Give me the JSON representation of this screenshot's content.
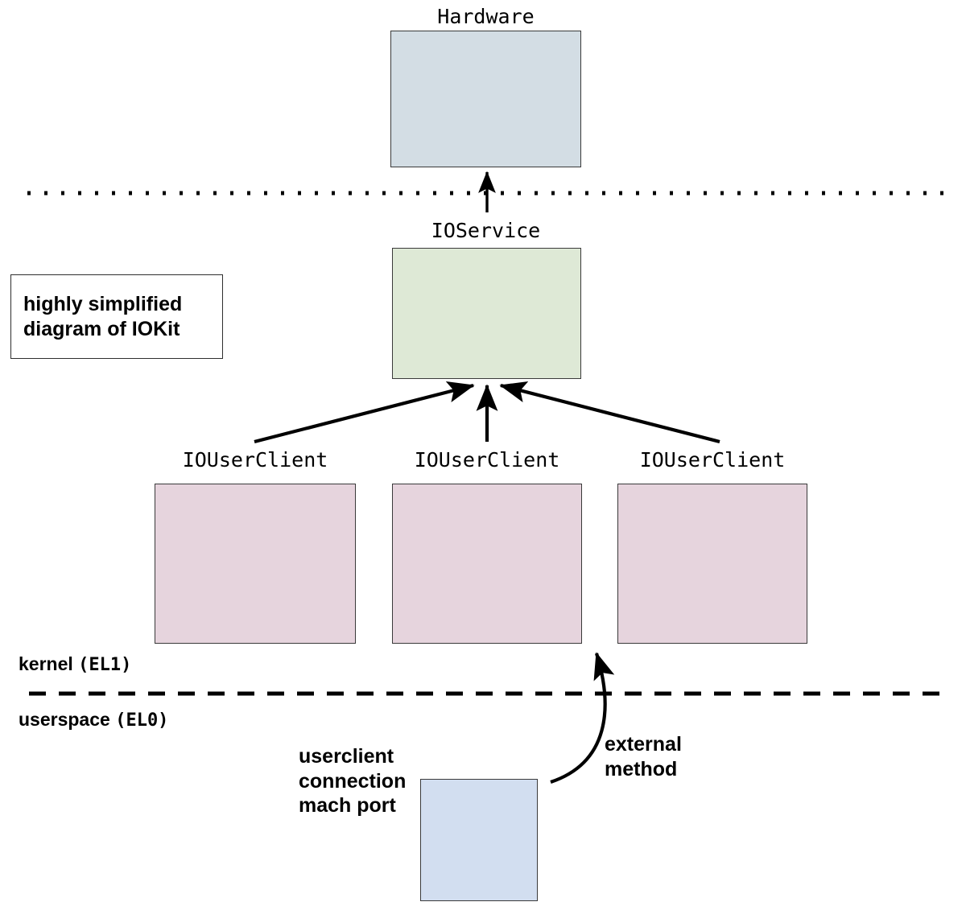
{
  "diagram": {
    "title_note": "highly simplified\ndiagram of IOKit",
    "nodes": {
      "hardware": {
        "label": "Hardware",
        "color": "#d3dde4"
      },
      "ioservice": {
        "label": "IOService",
        "color": "#dee9d6"
      },
      "userclient_1": {
        "label": "IOUserClient",
        "color": "#e6d4dd"
      },
      "userclient_2": {
        "label": "IOUserClient",
        "color": "#e6d4dd"
      },
      "userclient_3": {
        "label": "IOUserClient",
        "color": "#e6d4dd"
      },
      "mach_port": {
        "label": "",
        "color": "#d2def0"
      }
    },
    "zones": {
      "kernel": {
        "name": "kernel ",
        "level": "(EL1)"
      },
      "userspace": {
        "name": "userspace ",
        "level": "(EL0)"
      }
    },
    "annotations": {
      "mach_port_caption": "userclient\nconnection\nmach port",
      "external_method": "external\nmethod"
    },
    "separators": {
      "hardware_boundary_style": "dotted",
      "kernel_user_boundary_style": "dashed"
    },
    "colors": {
      "stroke": "#3a3a3a",
      "arrow": "#000000",
      "background": "#ffffff"
    }
  }
}
